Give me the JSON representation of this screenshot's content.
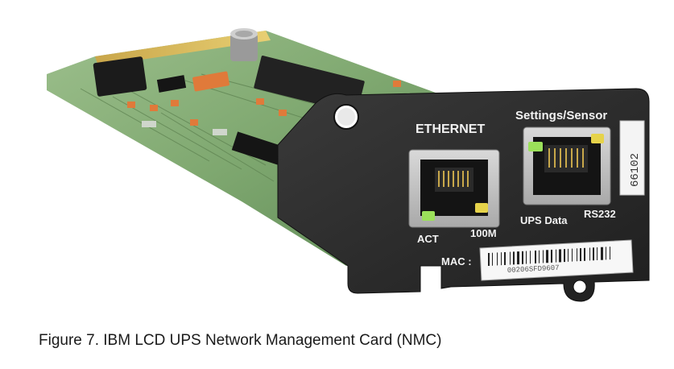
{
  "figure": {
    "caption": "Figure 7. IBM LCD UPS Network Management Card (NMC)",
    "labels": {
      "ethernet": "ETHERNET",
      "settings_sensor": "Settings/Sensor",
      "act": "ACT",
      "speed": "100M",
      "ups_data": "UPS Data",
      "rs232": "RS232",
      "mac": "MAC :",
      "serial_sticker": "66102",
      "barcode_text": "00206SFD9607"
    },
    "colors": {
      "pcb": "#7fa870",
      "faceplate": "#2b2b2b",
      "port_led_green": "#9be05a",
      "port_led_yellow": "#e6d34a",
      "capacitor_orange": "#e07a3a"
    }
  }
}
